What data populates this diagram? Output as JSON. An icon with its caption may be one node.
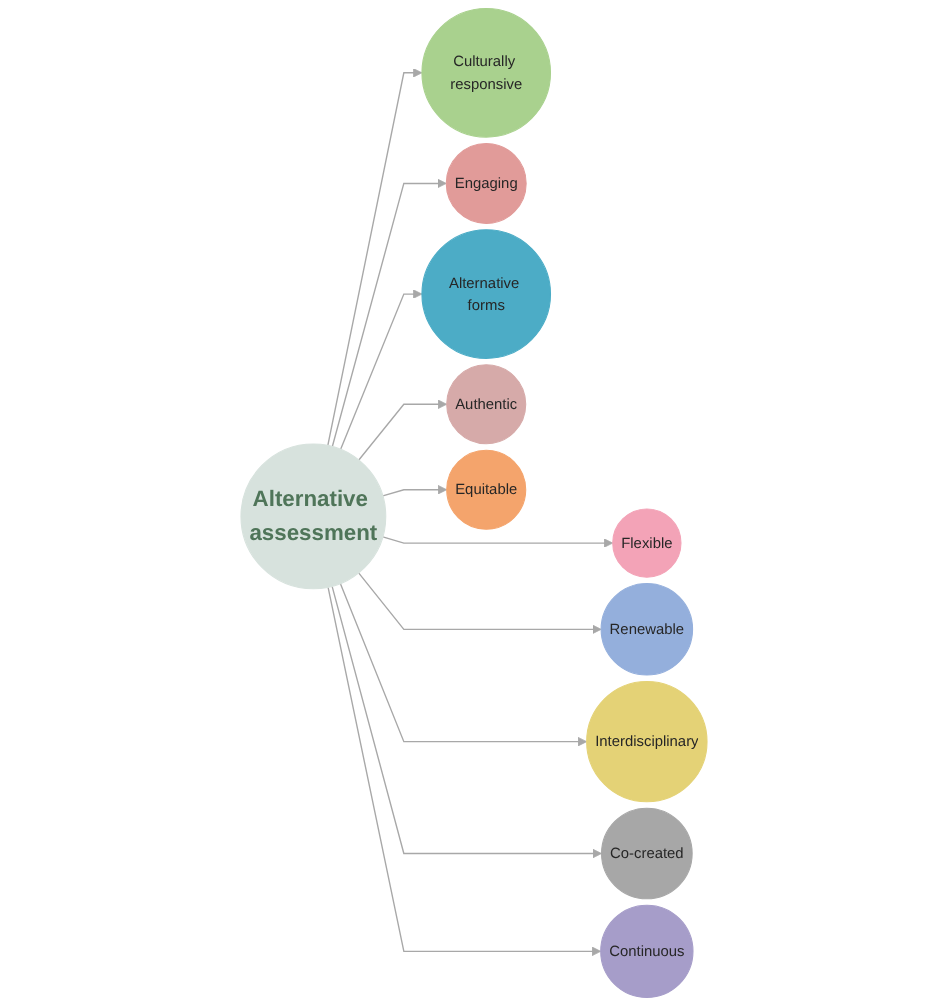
{
  "diagram": {
    "nodes": [
      {
        "text": [
          "Alternative assessment"
        ]
      },
      {
        "text": [
          "Culturally responsive"
        ]
      },
      {
        "text": [
          "Engaging"
        ]
      },
      {
        "text": [
          "Alternative forms"
        ]
      },
      {
        "text": [
          "Authentic"
        ]
      },
      {
        "text": [
          "Equitable"
        ]
      },
      {
        "text": [
          "Flexible"
        ]
      },
      {
        "text": [
          "Renewable"
        ]
      },
      {
        "text": [
          "Interdisciplinary"
        ]
      },
      {
        "text": [
          "Co-created"
        ]
      },
      {
        "text": [
          "Continuous"
        ]
      }
    ],
    "edges": [
      {
        "from": 0,
        "to": 1,
        "arrow": "to"
      },
      {
        "from": 0,
        "to": 2,
        "arrow": "to"
      },
      {
        "from": 0,
        "to": 3,
        "arrow": "to"
      },
      {
        "from": 0,
        "to": 4,
        "arrow": "to"
      },
      {
        "from": 0,
        "to": 5,
        "arrow": "to"
      },
      {
        "from": 0,
        "to": 6,
        "arrow": "to"
      },
      {
        "from": 0,
        "to": 7,
        "arrow": "to"
      },
      {
        "from": 0,
        "to": 8,
        "arrow": "to"
      },
      {
        "from": 0,
        "to": 9,
        "arrow": "to"
      },
      {
        "from": 0,
        "to": 10,
        "arrow": "to"
      }
    ]
  }
}
